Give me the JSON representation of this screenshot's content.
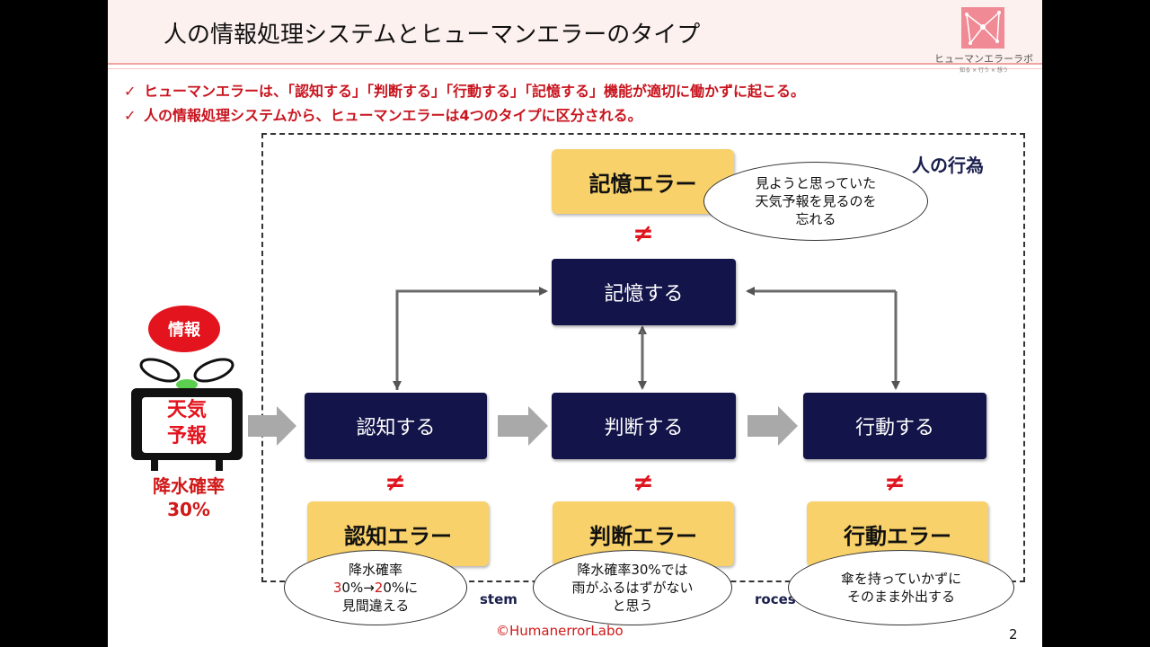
{
  "slide": {
    "title": "人の情報処理システムとヒューマンエラーのタイプ",
    "logo": {
      "name": "ヒューマンエラーラボ",
      "tagline": "知る × 行う × 想う"
    },
    "bullets": [
      "ヒューマンエラーは、「認知する」「判断する」「行動する」「記憶する」機能が適切に働かずに起こる。",
      "人の情報処理システムから、ヒューマンエラーは4つのタイプに区分される。"
    ],
    "check_glyph": "✓",
    "frame_label": "人の行為",
    "info_badge": "情報",
    "tv": {
      "line1": "天気",
      "line2": "予報"
    },
    "rain": {
      "label": "降水確率",
      "value": "30%"
    },
    "nodes": {
      "memory": "記憶する",
      "cognition": "認知する",
      "judgment": "判断する",
      "action": "行動する"
    },
    "errors": {
      "memory": "記憶エラー",
      "cognition": "認知エラー",
      "judgment": "判断エラー",
      "action": "行動エラー"
    },
    "neq_symbol": "≠",
    "bubbles": {
      "memory": "見ようと思っていた\n天気予報を見るのを\n忘れる",
      "cognition": {
        "line1": "降水確率",
        "line2_a": "3",
        "line2_b": "0%→",
        "line2_c": "2",
        "line2_d": "0%に",
        "line3": "見間違える"
      },
      "judgment": "降水確率30%では\n雨がふるはずがない\nと思う",
      "action": "傘を持っていかずに\nそのまま外出する"
    },
    "bottom_partial": {
      "left": "stem",
      "right": "roces"
    },
    "copyright": "©HumanerrorLabo",
    "page_number": "2"
  },
  "colors": {
    "node_fill": "#13144a",
    "error_fill": "#f8d16a",
    "accent_red": "#d01818",
    "header_band": "#fdf1ef"
  }
}
